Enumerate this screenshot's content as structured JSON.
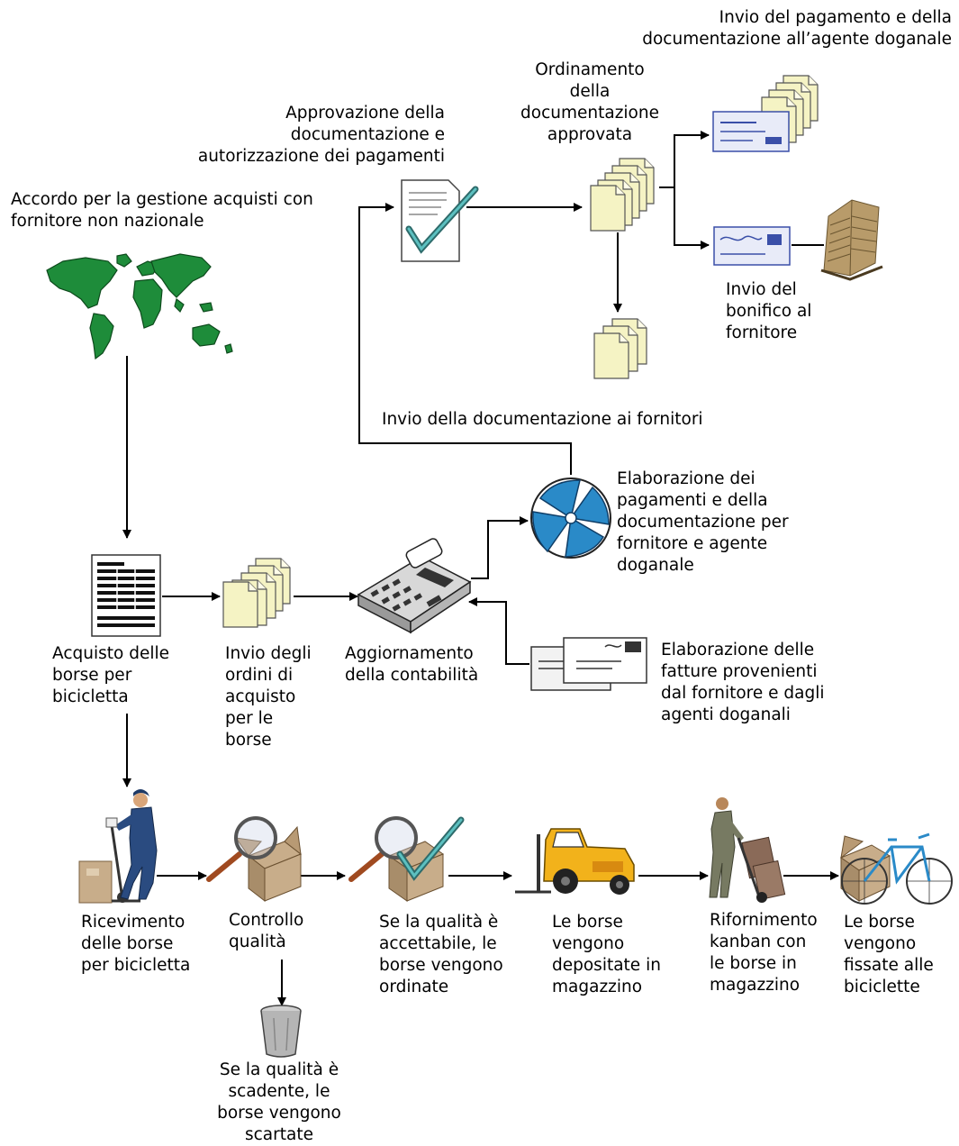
{
  "labels": {
    "world_agreement": "Accordo per la gestione acquisti con\nfornitore non nazionale",
    "approval": "Approvazione della\ndocumentazione e\nautorizzazione dei pagamenti",
    "ordering": "Ordinamento\ndella\ndocumentazione\napprovata",
    "payment_to_agent": "Invio del pagamento e della\ndocumentazione all’agente doganale",
    "wire_transfer": "Invio del\nbonifico al\nfornitore",
    "send_docs_suppliers": "Invio della documentazione ai fornitori",
    "processing_payments": "Elaborazione dei\npagamenti e della\ndocumentazione per\nfornitore e agente\ndoganale",
    "purchase_bags": "Acquisto delle\nborse per\nbicicletta",
    "send_orders": "Invio degli\nordini di\nacquisto\nper le\nborse",
    "accounting_update": "Aggiornamento\ndella contabilità",
    "invoice_processing": "Elaborazione delle\nfatture provenienti\ndal fornitore e dagli\nagenti doganali",
    "receiving": "Ricevimento\ndelle borse\nper bicicletta",
    "quality_control": "Controllo\nqualità",
    "quality_ok": "Se la qualità è\naccettabile, le\nborse vengono\nordinate",
    "warehouse": "Le borse\nvengono\ndepositate in\nmagazzino",
    "kanban": "Rifornimento\nkanban con\nle borse in\nmagazzino",
    "fixed_bikes": "Le borse\nvengono\nfissate alle\nbiciclette",
    "quality_bad": "Se la qualità è\nscadente, le\nborse vengono\nscartate"
  },
  "colors": {
    "paper": "#f5f3c4",
    "paper_outline": "#555555",
    "map_green": "#1e8c3a",
    "shutter_blue": "#2a8ac8",
    "check_teal": "#3a9a9a",
    "box_tan": "#c8ad8a",
    "forklift_yellow": "#f2b21b",
    "cheque_blue": "#3a4fa8",
    "building": "#b89b6a"
  },
  "icons": [
    "world-map-icon",
    "approval-check-icon",
    "document-stack-icon",
    "cheque-icon",
    "building-icon",
    "purchase-order-icon",
    "calculator-icon",
    "shutter-icon",
    "invoice-envelope-icon",
    "worker-hand-truck-icon",
    "magnifier-box-icon",
    "magnifier-check-box-icon",
    "forklift-icon",
    "worker-dolly-icon",
    "bicycle-box-icon",
    "trash-bin-icon"
  ]
}
